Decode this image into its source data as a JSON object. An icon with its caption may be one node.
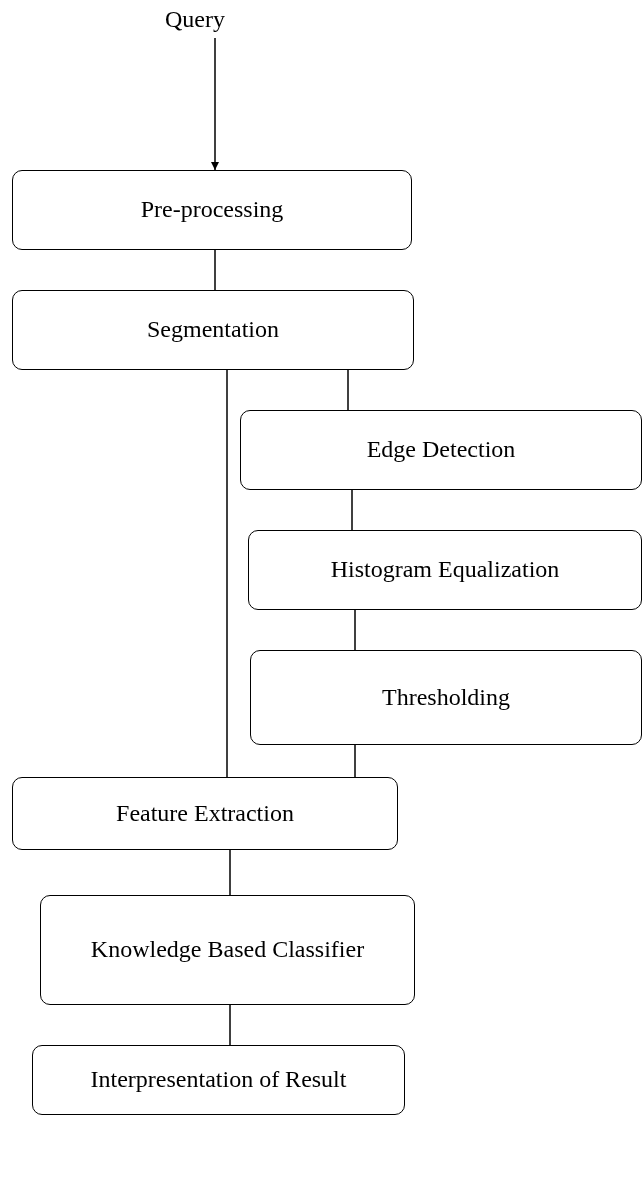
{
  "diagram": {
    "nodes": [
      {
        "text": [
          "Query"
        ]
      },
      {
        "text": [
          "Pre-processing"
        ]
      },
      {
        "text": [
          "Segmentation"
        ]
      },
      {
        "text": [
          "Edge Detection"
        ]
      },
      {
        "text": [
          "Histogram Equalization"
        ]
      },
      {
        "text": [
          "Thresholding"
        ]
      },
      {
        "text": [
          "Feature Extraction"
        ]
      },
      {
        "text": [
          "Knowledge Based Classifier"
        ]
      },
      {
        "text": [
          "Interpresentation of Result"
        ]
      }
    ],
    "edges": [
      {
        "from": 0,
        "to": 1,
        "arrow": "to"
      },
      {
        "from": 1,
        "to": 2,
        "arrow": "none"
      },
      {
        "from": 2,
        "to": 6,
        "arrow": "none"
      },
      {
        "from": 2,
        "to": 3,
        "arrow": "none"
      },
      {
        "from": 3,
        "to": 4,
        "arrow": "none"
      },
      {
        "from": 4,
        "to": 5,
        "arrow": "none"
      },
      {
        "from": 5,
        "to": 6,
        "arrow": "none"
      },
      {
        "from": 6,
        "to": 7,
        "arrow": "none"
      },
      {
        "from": 7,
        "to": 8,
        "arrow": "none"
      }
    ]
  }
}
